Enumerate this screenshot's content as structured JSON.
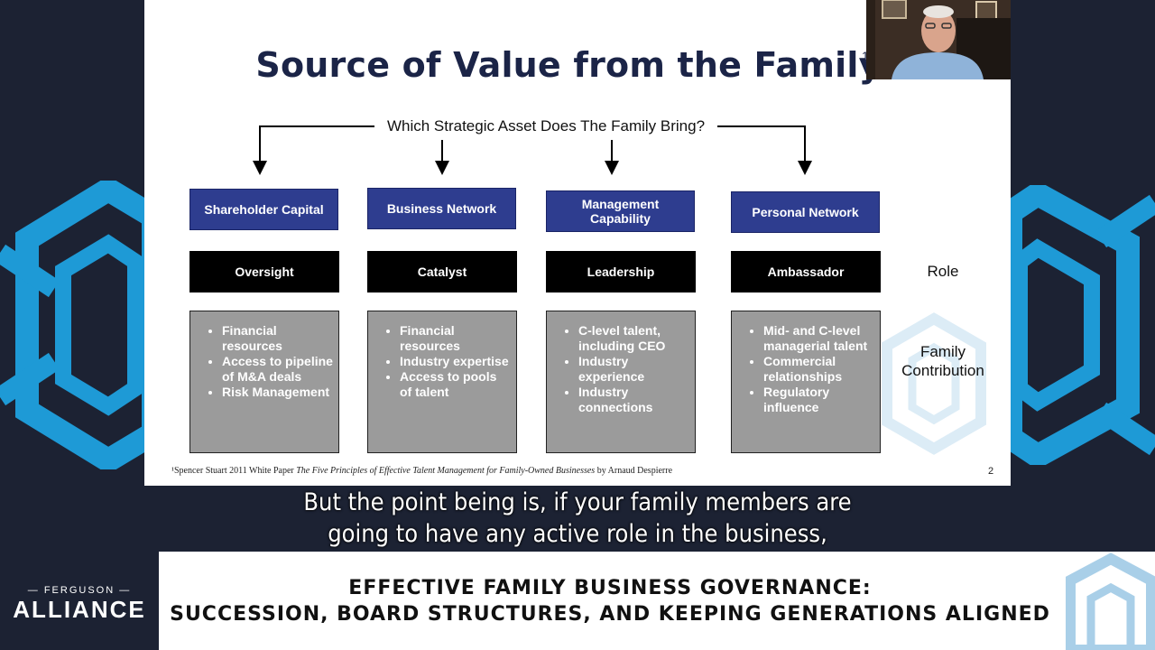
{
  "slide": {
    "title": "Source of Value from the Family",
    "title_superscript": "1",
    "question": "Which Strategic Asset Does The Family Bring?",
    "columns": [
      {
        "asset": "Shareholder Capital",
        "role": "Oversight",
        "contributions": [
          "Financial resources",
          "Access to pipeline of M&A deals",
          "Risk Management"
        ]
      },
      {
        "asset": "Business Network",
        "role": "Catalyst",
        "contributions": [
          "Financial resources",
          "Industry expertise",
          "Access to pools of talent"
        ]
      },
      {
        "asset": "Management Capability",
        "role": "Leadership",
        "contributions": [
          "C-level talent, including CEO",
          "Industry experience",
          "Industry connections"
        ]
      },
      {
        "asset": "Personal Network",
        "role": "Ambassador",
        "contributions": [
          "Mid- and C-level managerial talent",
          "Commercial relationships",
          "Regulatory influence"
        ]
      }
    ],
    "row_labels": {
      "role": "Role",
      "contribution": "Family Contribution"
    },
    "footnote": {
      "prefix": "¹Spencer Stuart 2011 White Paper ",
      "title": "The Five Principles of Effective Talent Management for Family-Owned Businesses",
      "suffix": " by Arnaud Despierre"
    },
    "page_number": "2",
    "colors": {
      "asset_box": "#2e3d8f",
      "role_box": "#000000",
      "contribution_box": "#9b9b9b",
      "title": "#1b2447"
    }
  },
  "captions": {
    "line1": "But the point being is, if your family members are",
    "line2": "going to have any active role in the business,"
  },
  "brand": {
    "top": "FERGUSON",
    "bottom": "ALLIANCE"
  },
  "banner": {
    "line1": "EFFECTIVE FAMILY BUSINESS GOVERNANCE:",
    "line2": "SUCCESSION, BOARD STRUCTURES, AND KEEPING GENERATIONS ALIGNED"
  },
  "colors": {
    "background": "#1c2233",
    "accent": "#1e9ad6"
  }
}
